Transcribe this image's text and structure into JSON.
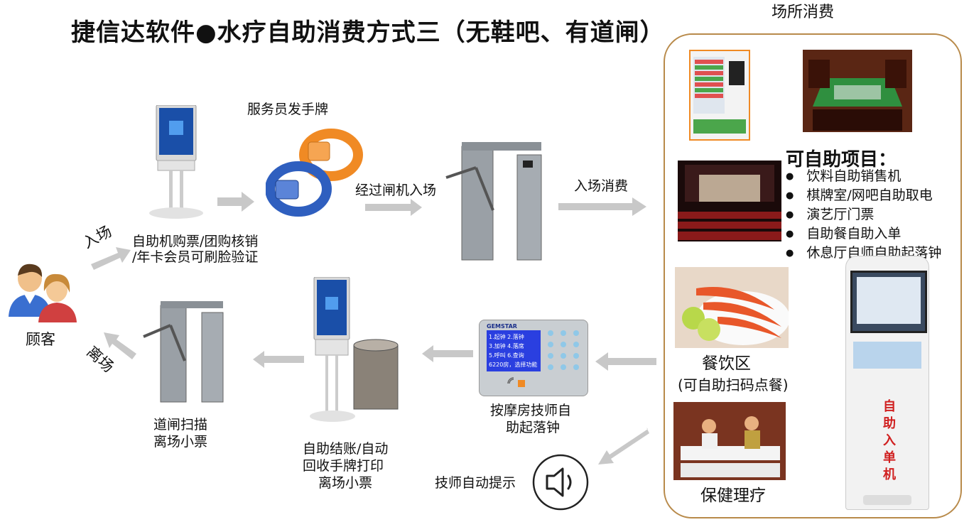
{
  "title": "捷信达软件●水疗自助消费方式三（无鞋吧、有道闸）",
  "labels": {
    "venue_header": "场所消费",
    "wristband": "服务员发手牌",
    "through_gate": "经过闸机入场",
    "enter_consume": "入场消费",
    "kiosk_line1": "自助机购票/团购核销",
    "kiosk_line2": "/年卡会员可刷脸验证",
    "enter": "入场",
    "leave": "离场",
    "customer": "顾客",
    "gate_scan_line1": "道闸扫描",
    "gate_scan_line2": "离场小票",
    "checkout_line1": "自助结账/自动",
    "checkout_line2": "回收手牌打印",
    "checkout_line3": "离场小票",
    "terminal_line1": "按摩房技师自",
    "terminal_line2": "助起落钟",
    "tech_prompt": "技师自动提示",
    "dining_line1": "餐饮区",
    "dining_line2": "(可自助扫码点餐)",
    "health": "保健理疗",
    "kiosk_side_text": "自助入单机"
  },
  "features": {
    "title": "可自助项目：",
    "items": [
      "饮料自助销售机",
      "棋牌室/网吧自助取电",
      "演艺厅门票",
      "自助餐自助入单",
      "休息厅自师自助起落钟"
    ]
  },
  "terminal_screen": {
    "brand": "GEMSTAR",
    "lines": [
      "1.起钟 2.落钟",
      "3.加钟 4.落席",
      "5.呼叫 6.查询",
      "6220房，选择功能"
    ]
  },
  "colors": {
    "arrow": "#c8c8c8",
    "venue_border": "#b88a4a",
    "accent_green": "#4ba64b",
    "orange": "#f08a24",
    "blue": "#2f5fbf"
  }
}
